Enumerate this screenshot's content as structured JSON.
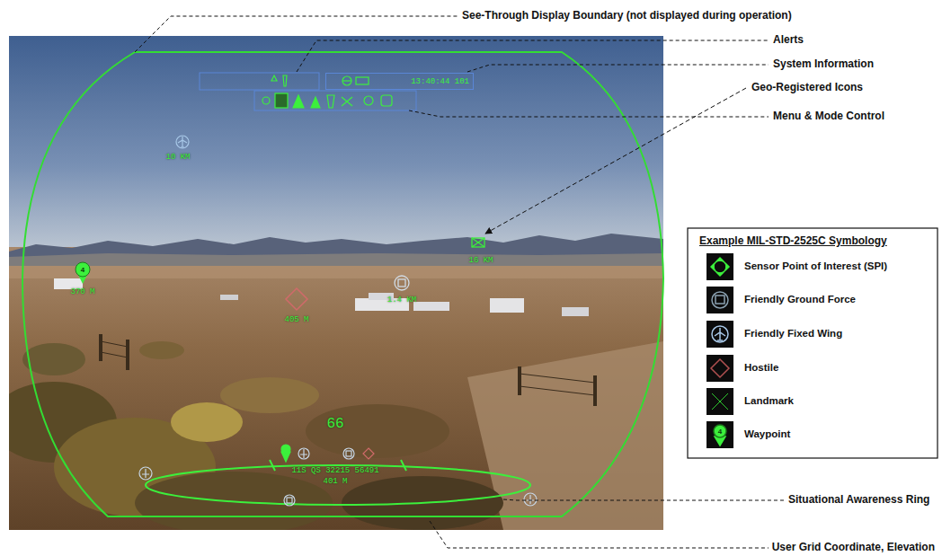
{
  "diagram": {
    "nodes": [
      {
        "text": [
          "13:40:44 101"
        ]
      }
    ],
    "labels": [
      "See-Through Display Boundary (not displayed during operation)",
      "Alerts",
      "System Information",
      "Menu & Mode Control",
      "Geo-Registered Icons",
      "Situational Awareness Ring",
      "User Grid Coordinate, Elevation",
      "Example MIL-STD-2525C Symbology",
      "10 KM",
      "16 KM",
      "4",
      "370 M",
      "405 M",
      "1.4 KM",
      "66",
      "11S QS 32215 56491",
      "401 M",
      "4"
    ],
    "legend": [
      {
        "text": "Sensor Point of Interest (SPI)"
      },
      {
        "text": "Friendly Ground Force"
      },
      {
        "text": "Friendly Fixed Wing"
      },
      {
        "text": "Hostile"
      },
      {
        "text": "Landmark"
      },
      {
        "text": "Waypoint"
      }
    ]
  }
}
